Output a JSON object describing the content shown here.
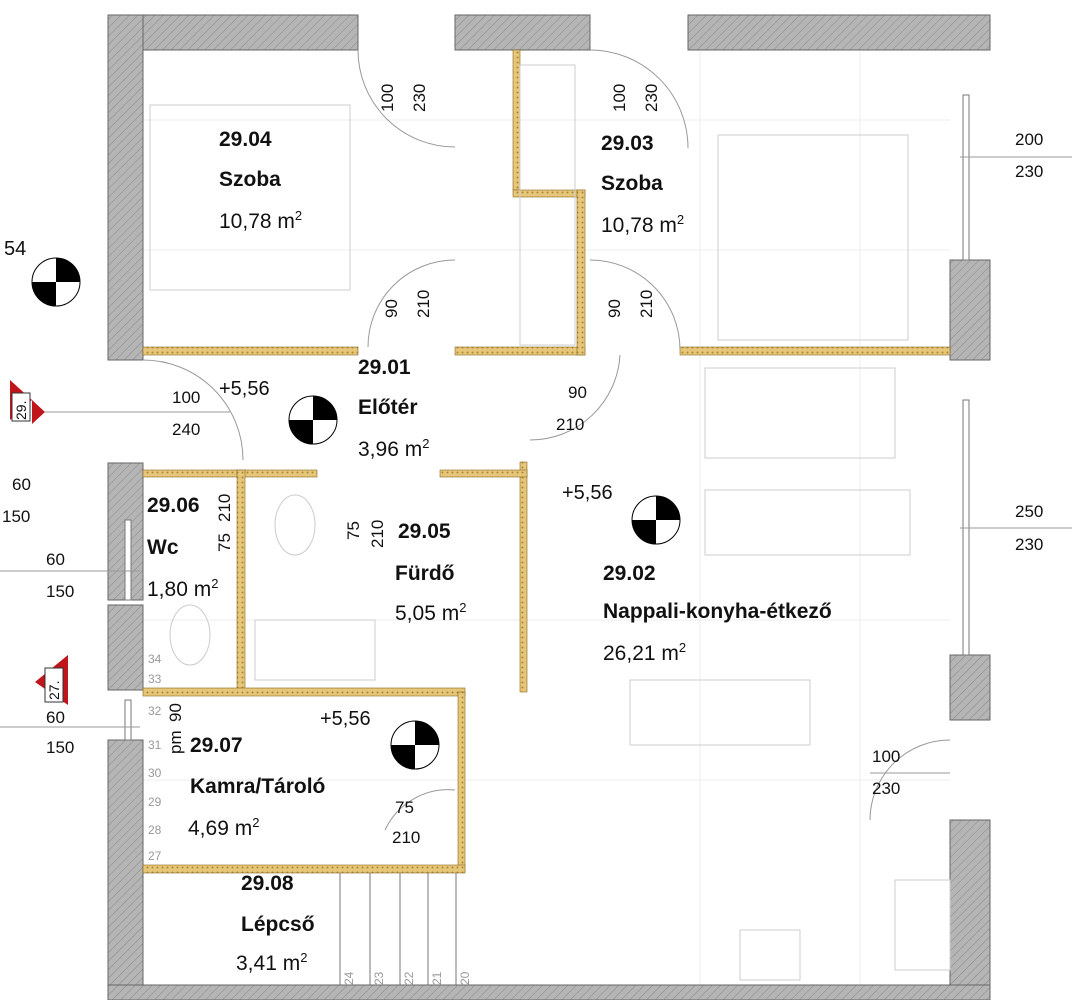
{
  "rooms": [
    {
      "number": "29.04",
      "name": "Szoba",
      "area": "10,78 m",
      "unit": "2"
    },
    {
      "number": "29.03",
      "name": "Szoba",
      "area": "10,78 m",
      "unit": "2"
    },
    {
      "number": "29.01",
      "name": "Előtér",
      "area": "3,96 m",
      "unit": "2"
    },
    {
      "number": "29.05",
      "name": "Fürdő",
      "area": "5,05 m",
      "unit": "2"
    },
    {
      "number": "29.06",
      "name": "Wc",
      "area": "1,80 m",
      "unit": "2"
    },
    {
      "number": "29.02",
      "name": "Nappali-konyha-étkező",
      "area": "26,21 m",
      "unit": "2"
    },
    {
      "number": "29.07",
      "name": "Kamra/Tároló",
      "area": "4,69 m",
      "unit": "2"
    },
    {
      "number": "29.08",
      "name": "Lépcső",
      "area": "3,41 m",
      "unit": "2"
    }
  ],
  "levels": [
    "+5,56",
    "+5,56",
    "+5,56"
  ],
  "dims": [
    "100",
    "230",
    "100",
    "230",
    "200",
    "230",
    "90",
    "210",
    "90",
    "210",
    "100",
    "240",
    "90",
    "210",
    "60",
    "150",
    "60",
    "150",
    "60",
    "150",
    "250",
    "230",
    "100",
    "230",
    "75",
    "210",
    "75",
    "210",
    "75",
    "210",
    "90",
    "pm"
  ],
  "steps": [
    "34",
    "33",
    "32",
    "31",
    "30",
    "29",
    "28",
    "27",
    "24",
    "23",
    "22",
    "21",
    "20"
  ],
  "markers": [
    "54",
    "29.",
    "27."
  ],
  "colors": {
    "wall": "#9a9a9a",
    "partition": "#d9b25a",
    "marker": "#c0151b"
  }
}
